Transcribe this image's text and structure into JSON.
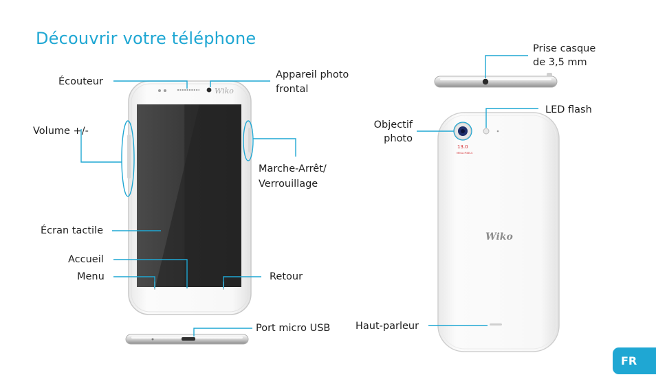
{
  "title": "Découvrir votre téléphone",
  "labels": {
    "ecouteur": "Écouteur",
    "appareil_photo_frontal_1": "Appareil photo",
    "appareil_photo_frontal_2": "frontal",
    "volume": "Volume +/-",
    "marche_arret_1": "Marche-Arrêt/",
    "marche_arret_2": "Verrouillage",
    "ecran_tactile": "Écran tactile",
    "accueil": "Accueil",
    "menu": "Menu",
    "retour": "Retour",
    "port_micro_usb": "Port micro USB",
    "prise_casque_1": "Prise casque",
    "prise_casque_2": "de 3,5 mm",
    "led_flash": "LED flash",
    "objectif_photo_1": "Objectif",
    "objectif_photo_2": "photo",
    "haut_parleur": "Haut-parleur"
  },
  "branding": {
    "logo_text": "Wiko",
    "camera_badge_1": "13.0",
    "camera_badge_2": "MEGA PIXELS"
  },
  "language_badge": "FR",
  "colors": {
    "accent": "#1fa7d3",
    "screen": "#3a3a3a",
    "phone_body": "#f5f5f5"
  }
}
